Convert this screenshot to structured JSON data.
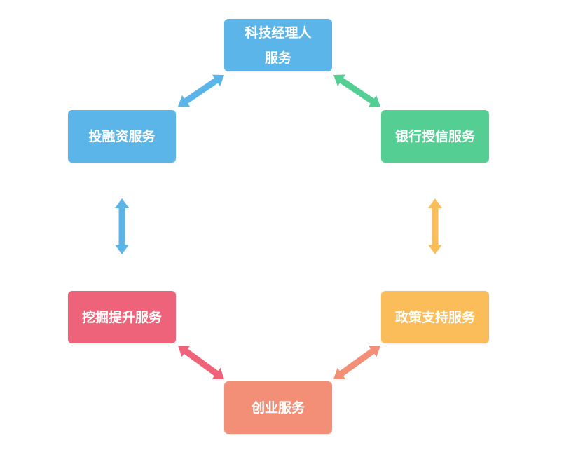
{
  "nodes": {
    "tech_manager": {
      "line1": "科技经理人",
      "line2": "服务",
      "color": "#5bb5e8"
    },
    "bank_credit": {
      "label": "银行授信服务",
      "color": "#55ce93"
    },
    "policy_support": {
      "label": "政策支持服务",
      "color": "#fbbd59"
    },
    "startup": {
      "label": "创业服务",
      "color": "#f28f76"
    },
    "mining": {
      "label": "挖掘提升服务",
      "color": "#ee6379"
    },
    "investment": {
      "label": "投融资服务",
      "color": "#5bb5e8"
    }
  },
  "connections": [
    {
      "from": "tech_manager",
      "to": "bank_credit",
      "color": "#5bb5e8"
    },
    {
      "from": "bank_credit",
      "to": "policy_support",
      "color": "#55ce93"
    },
    {
      "from": "policy_support",
      "to": "startup",
      "color": "#fbbd59"
    },
    {
      "from": "startup",
      "to": "mining",
      "color": "#f28f76"
    },
    {
      "from": "mining",
      "to": "investment",
      "color": "#ee6379"
    },
    {
      "from": "investment",
      "to": "tech_manager",
      "color": "#5bb5e8"
    }
  ]
}
